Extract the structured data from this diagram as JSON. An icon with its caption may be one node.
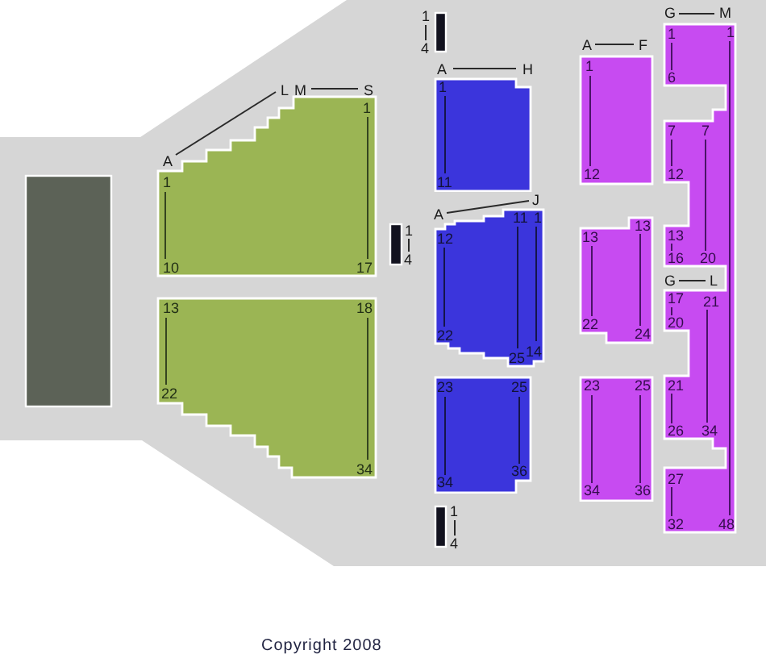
{
  "diagram": {
    "nodes": [
      {
        "text": [],
        "shape": "box"
      },
      {
        "text": [
          "1",
          "1",
          "10",
          "17"
        ],
        "beside": [
          "A",
          "L",
          "M",
          "S"
        ]
      },
      {
        "text": [
          "13",
          "18",
          "22",
          "34"
        ]
      },
      {
        "text": [],
        "shape": "bar",
        "beside": [
          "1",
          "4"
        ]
      },
      {
        "text": [],
        "shape": "bar",
        "beside": [
          "1",
          "4"
        ]
      },
      {
        "text": [
          "1",
          "11"
        ],
        "beside": [
          "A",
          "H"
        ]
      },
      {
        "text": [
          "12",
          "11",
          "1",
          "22",
          "25",
          "14"
        ],
        "beside": [
          "A",
          "J"
        ]
      },
      {
        "text": [
          "23",
          "25",
          "34",
          "36"
        ]
      },
      {
        "text": [],
        "shape": "bar",
        "beside": [
          "1",
          "4"
        ]
      },
      {
        "text": [
          "1",
          "12"
        ],
        "beside": [
          "A",
          "F"
        ]
      },
      {
        "text": [
          "13",
          "13",
          "22",
          "24"
        ]
      },
      {
        "text": [
          "23",
          "25",
          "34",
          "36"
        ]
      },
      {
        "text": [
          "1",
          "1",
          "6",
          "7",
          "7",
          "12",
          "13",
          "16",
          "20",
          "17",
          "21",
          "20",
          "21",
          "34",
          "26",
          "27",
          "32",
          "48"
        ],
        "beside": [
          "G",
          "M",
          "G",
          "L"
        ]
      }
    ],
    "labels": [
      "Copyright 2008"
    ]
  }
}
